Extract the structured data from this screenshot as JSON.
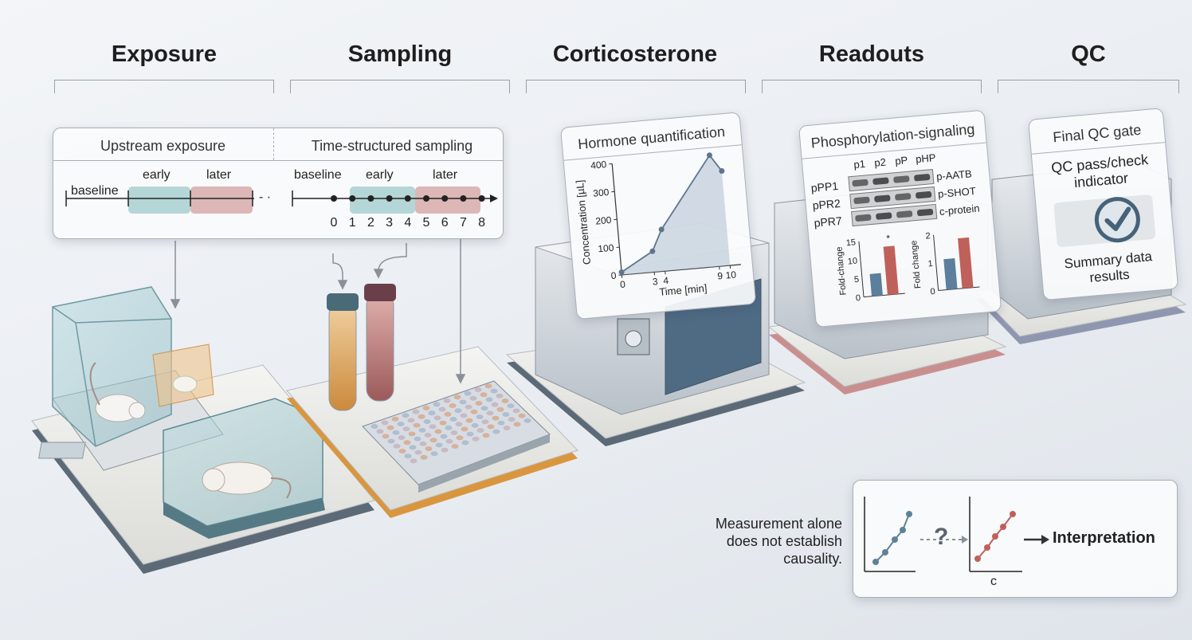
{
  "stages": [
    "Exposure",
    "Sampling",
    "Corticosterone",
    "Readouts",
    "QC"
  ],
  "timeline": {
    "left_title": "Upstream exposure",
    "right_title": "Time-structured sampling",
    "left_labels": {
      "baseline": "baseline",
      "early": "early",
      "later": "later"
    },
    "right_labels": {
      "baseline": "baseline",
      "early": "early",
      "later": "later"
    },
    "ticks": [
      "0",
      "1",
      "2",
      "3",
      "4",
      "5",
      "6",
      "7",
      "8"
    ],
    "ellipsis": "- ·"
  },
  "hormone": {
    "title": "Hormone quantification",
    "ylabel": "Concentration [µL]",
    "xlabel": "Time [min]"
  },
  "chart_data": {
    "type": "line",
    "x": [
      0,
      3,
      4,
      9,
      10
    ],
    "y": [
      10,
      75,
      150,
      400,
      340
    ],
    "xticks": [
      "0",
      "3",
      "4",
      "9",
      "10"
    ],
    "yticks": [
      "0",
      "100",
      "200",
      "300",
      "400"
    ],
    "ylim": [
      0,
      400
    ],
    "xlim": [
      0,
      11
    ],
    "xlabel": "Time [min]",
    "ylabel": "Concentration [µL]"
  },
  "readouts": {
    "title": "Phosphorylation-signaling",
    "lanes": [
      "p1",
      "p2",
      "pP",
      "pHP"
    ],
    "rows_left": [
      "pPP1",
      "pPR2",
      "pPR7"
    ],
    "rows_right": [
      "p-AATB",
      "p-SHOT",
      "c-protein"
    ],
    "bar_left": {
      "ylabel": "Fold-change",
      "yticks": [
        "0",
        "5",
        "10",
        "15"
      ],
      "values": [
        6,
        13
      ],
      "star": "*",
      "ymax": 15
    },
    "bar_right": {
      "ylabel": "Fold change",
      "yticks": [
        "0",
        "1",
        "2"
      ],
      "values": [
        1.1,
        1.8
      ],
      "ymax": 2
    },
    "colors": {
      "blue": "#5b7f9c",
      "red": "#c0605a"
    }
  },
  "qc": {
    "title": "Final QC gate",
    "indicator": "QC pass/check indicator",
    "summary": "Summary data results",
    "status": "pass"
  },
  "interpretation": {
    "caveat": [
      "Measurement alone",
      "does not establish",
      "causality."
    ],
    "question": "?",
    "axis_label": "c",
    "label": "Interpretation"
  }
}
